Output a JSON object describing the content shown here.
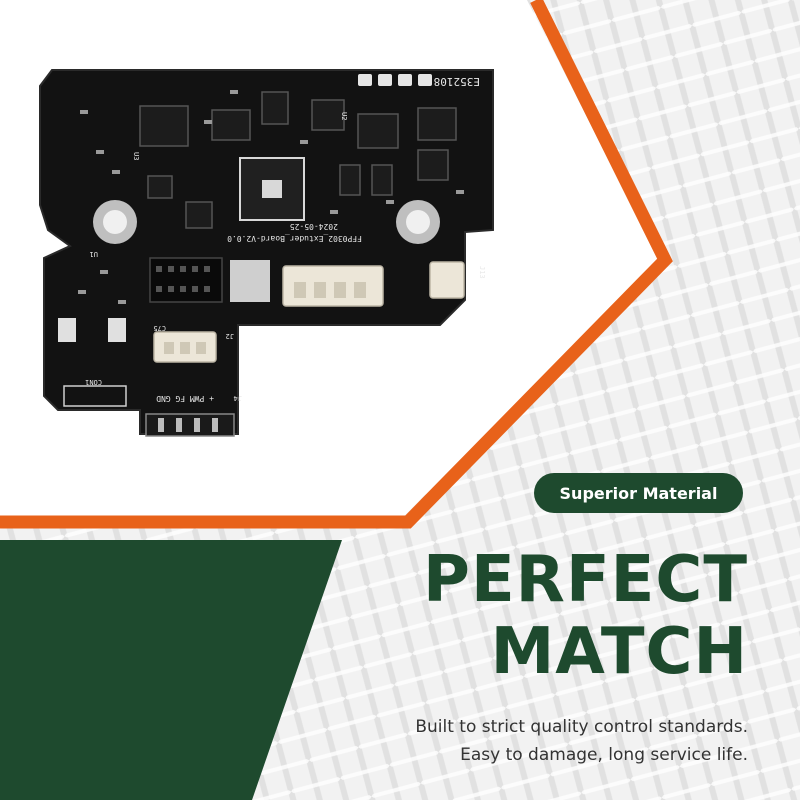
{
  "badge": {
    "label": "Superior Material"
  },
  "headline": {
    "line1": "PERFECT",
    "line2": "MATCH"
  },
  "description": {
    "line1": "Built to strict quality control standards.",
    "line2": "Easy to damage, long service life."
  },
  "pcb": {
    "board_name": "FFP0302_Extuder_Board-V2.0.0",
    "date": "2024-05-25",
    "cert": "E352108",
    "connector_pins": "+ PWM FG GND",
    "connector_labels": [
      "J13",
      "J2",
      "J4",
      "CON1",
      "U1",
      "U2",
      "U3",
      "C75"
    ]
  },
  "colors": {
    "brand_green": "#1e4a2e",
    "accent_orange": "#e8621a",
    "pcb_black": "#121212"
  }
}
